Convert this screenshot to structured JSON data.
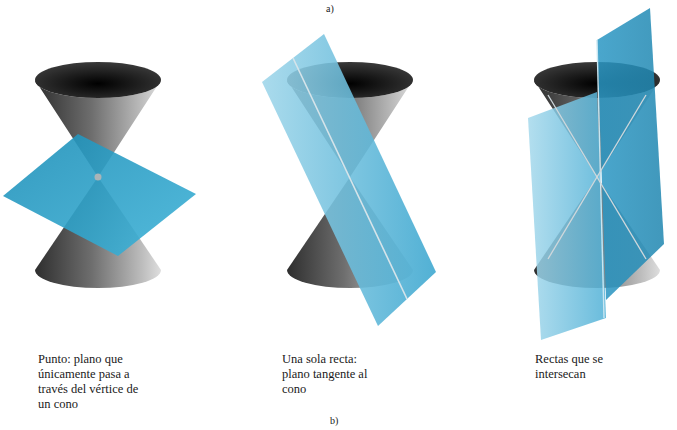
{
  "diagram": {
    "labels": [
      "a)",
      "Punto: plano que únicamente pasa a través del vértice de un cono",
      "Una sola recta: plano tangente al cono",
      "b)",
      "Rectas que se intersecan"
    ]
  }
}
